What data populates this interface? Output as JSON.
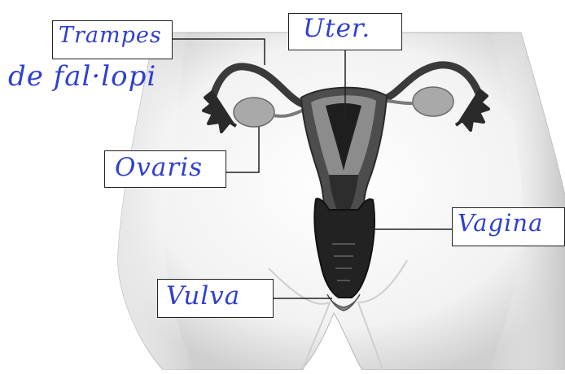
{
  "labels": {
    "fallopian_tubes_line1": "Trampes",
    "fallopian_tubes_line2": "de fal·lopi",
    "uterus": "Uter.",
    "ovaries": "Ovaris",
    "vagina": "Vagina",
    "vulva": "Vulva"
  },
  "colors": {
    "handwriting": "#2f3fd0",
    "organ_dark": "#1e1e1e",
    "organ_mid": "#5a5a5a",
    "organ_light": "#a8a8a8",
    "skin_shadow": "#d9d9d9",
    "leader_line": "#222222"
  }
}
